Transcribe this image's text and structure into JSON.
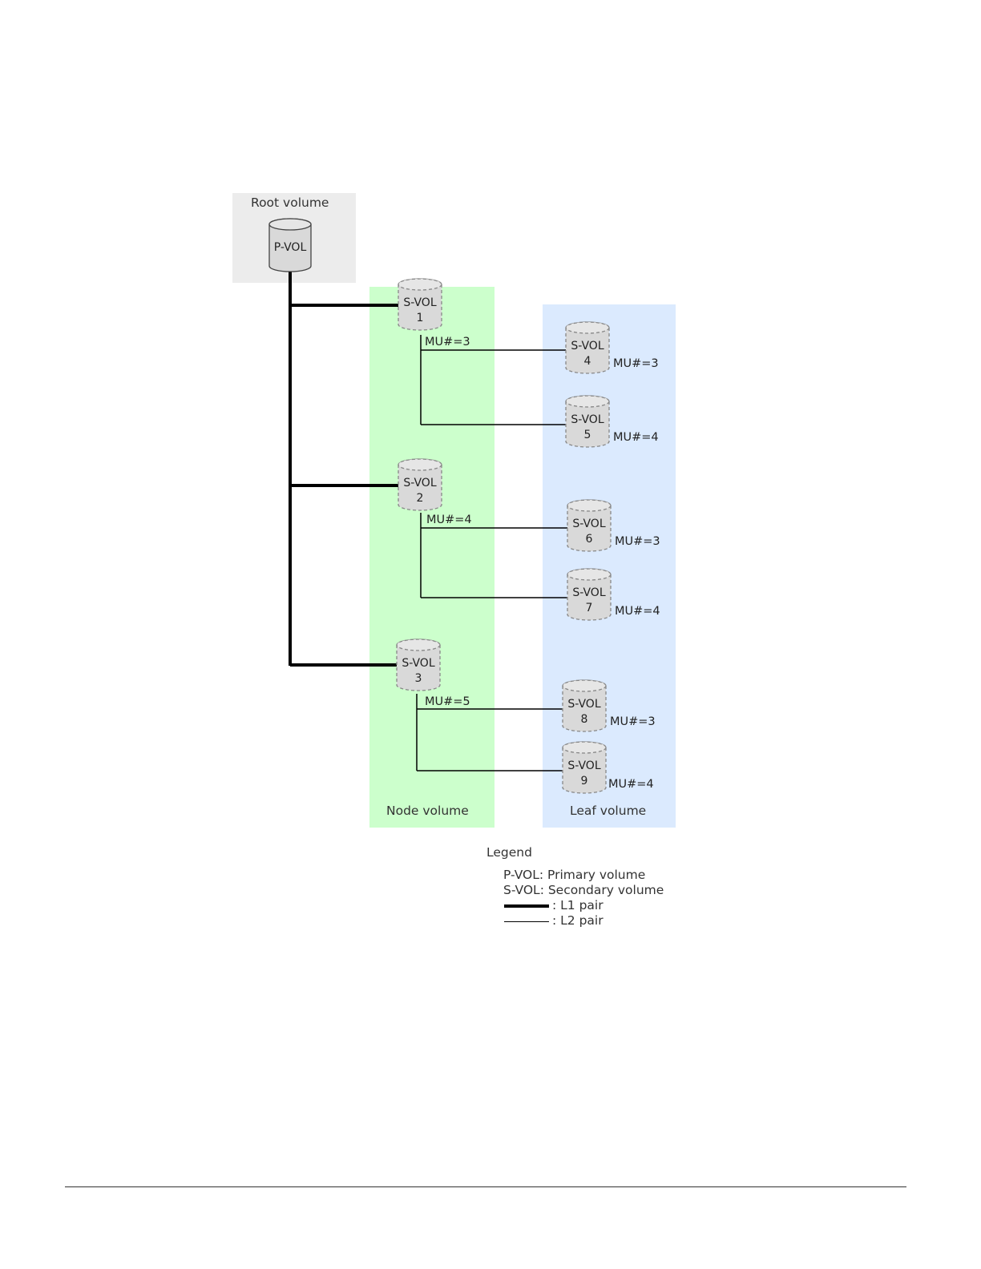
{
  "zones": {
    "root": "Root volume",
    "node": "Node volume",
    "leaf": "Leaf volume"
  },
  "root_volume": {
    "label": "P-VOL"
  },
  "node_volumes": [
    {
      "line1": "S-VOL",
      "line2": "1",
      "mu": "MU#=3"
    },
    {
      "line1": "S-VOL",
      "line2": "2",
      "mu": "MU#=4"
    },
    {
      "line1": "S-VOL",
      "line2": "3",
      "mu": "MU#=5"
    }
  ],
  "leaf_volumes": [
    {
      "line1": "S-VOL",
      "line2": "4",
      "mu": "MU#=3"
    },
    {
      "line1": "S-VOL",
      "line2": "5",
      "mu": "MU#=4"
    },
    {
      "line1": "S-VOL",
      "line2": "6",
      "mu": "MU#=3"
    },
    {
      "line1": "S-VOL",
      "line2": "7",
      "mu": "MU#=4"
    },
    {
      "line1": "S-VOL",
      "line2": "8",
      "mu": "MU#=3"
    },
    {
      "line1": "S-VOL",
      "line2": "9",
      "mu": "MU#=4"
    }
  ],
  "legend": {
    "title": "Legend",
    "pvol": "P-VOL: Primary volume",
    "svol": "S-VOL: Secondary volume",
    "l1": ": L1 pair",
    "l2": ": L2 pair"
  },
  "colors": {
    "root_zone": "#ececec",
    "node_zone": "#ccffcc",
    "leaf_zone": "#dbeafe",
    "cylinder_fill": "#d9d9d9"
  }
}
